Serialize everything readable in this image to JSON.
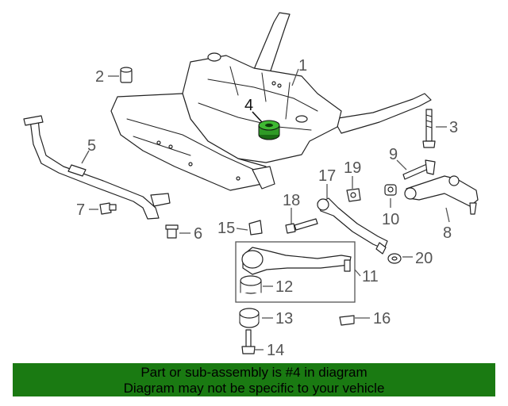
{
  "diagram": {
    "callouts": [
      "1",
      "2",
      "3",
      "4",
      "5",
      "6",
      "7",
      "8",
      "9",
      "10",
      "11",
      "12",
      "13",
      "14",
      "15",
      "16",
      "17",
      "18",
      "19",
      "20"
    ],
    "highlight_color": "#2f9a26",
    "banner_color": "#1a7a12"
  },
  "banner": {
    "line1": "Part or sub-assembly is #4 in diagram",
    "line2": "Diagram may not be specific to your vehicle"
  }
}
